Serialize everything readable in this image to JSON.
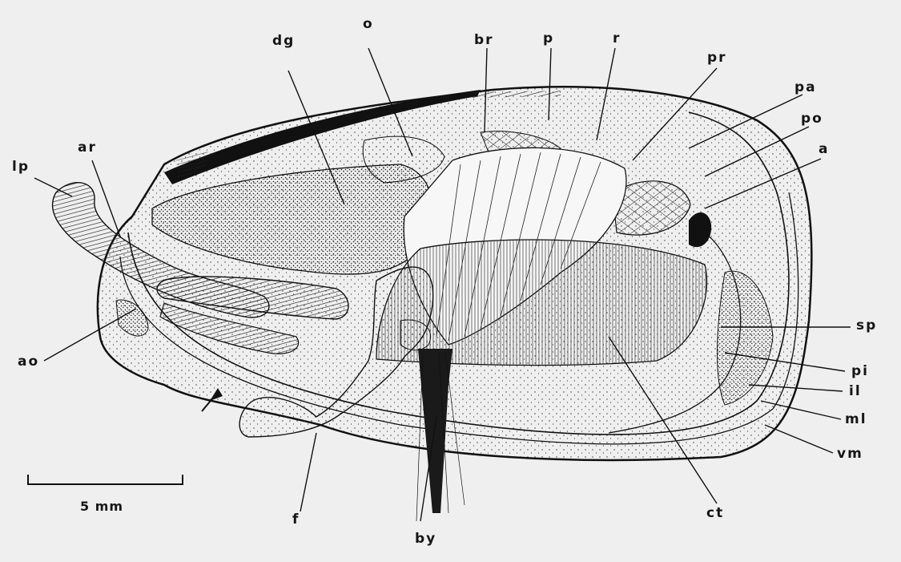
{
  "labels": {
    "dg": "dg",
    "o": "o",
    "br": "br",
    "p": "p",
    "r": "r",
    "pr": "pr",
    "pa": "pa",
    "po": "po",
    "a": "a",
    "ar": "ar",
    "lp": "lp",
    "sp": "sp",
    "pi": "pi",
    "il": "il",
    "ml": "ml",
    "vm": "vm",
    "ao": "ao",
    "f": "f",
    "by": "by",
    "ct": "ct"
  },
  "scale_bar": {
    "label": "5 mm"
  }
}
